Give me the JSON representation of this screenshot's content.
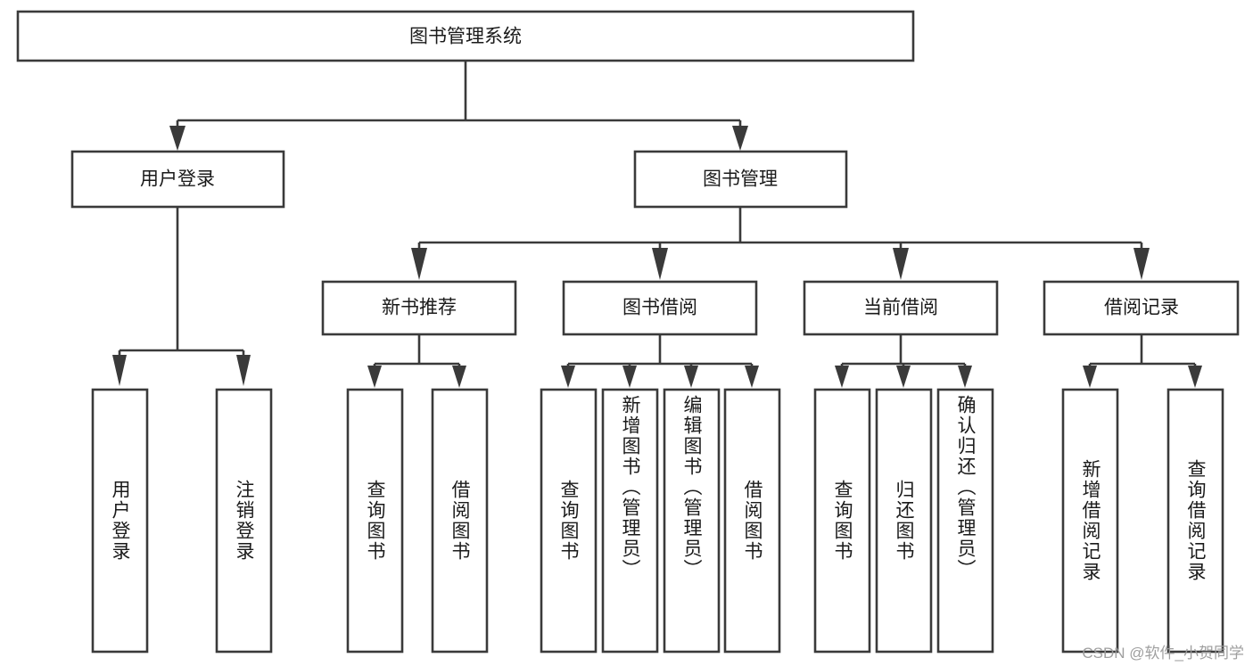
{
  "diagram": {
    "type": "tree-hierarchy-chart",
    "title": "图书管理系统",
    "watermark": "CSDN @软件_小贺同学",
    "colors": {
      "box_stroke": "#3a3a3a",
      "box_fill": "#ffffff",
      "text": "#1a1a1a",
      "background": "#ffffff",
      "watermark": "#9a9a9a"
    },
    "root": {
      "id": "root",
      "label": "图书管理系统"
    },
    "level2": [
      {
        "id": "user-login",
        "label": "用户登录"
      },
      {
        "id": "book-management",
        "label": "图书管理"
      }
    ],
    "level3": [
      {
        "id": "new-book-recommend",
        "label": "新书推荐",
        "parent": "book-management"
      },
      {
        "id": "book-borrow",
        "label": "图书借阅",
        "parent": "book-management"
      },
      {
        "id": "current-borrow",
        "label": "当前借阅",
        "parent": "book-management"
      },
      {
        "id": "borrow-record",
        "label": "借阅记录",
        "parent": "book-management"
      }
    ],
    "leaves": [
      {
        "id": "leaf-user-login",
        "label": "用户登录",
        "parent": "user-login"
      },
      {
        "id": "leaf-logout-login",
        "label": "注销登录",
        "parent": "user-login"
      },
      {
        "id": "leaf-query-book-1",
        "label": "查询图书",
        "parent": "new-book-recommend"
      },
      {
        "id": "leaf-borrow-book-1",
        "label": "借阅图书",
        "parent": "new-book-recommend"
      },
      {
        "id": "leaf-query-book-2",
        "label": "查询图书",
        "parent": "book-borrow"
      },
      {
        "id": "leaf-add-book",
        "label": "新增图书（管理员）",
        "parent": "book-borrow"
      },
      {
        "id": "leaf-edit-book",
        "label": "编辑图书（管理员）",
        "parent": "book-borrow"
      },
      {
        "id": "leaf-borrow-book-2",
        "label": "借阅图书",
        "parent": "book-borrow"
      },
      {
        "id": "leaf-query-book-3",
        "label": "查询图书",
        "parent": "current-borrow"
      },
      {
        "id": "leaf-return-book",
        "label": "归还图书",
        "parent": "current-borrow"
      },
      {
        "id": "leaf-confirm-return",
        "label": "确认归还（管理员）",
        "parent": "current-borrow"
      },
      {
        "id": "leaf-add-borrow-record",
        "label": "新增借阅记录",
        "parent": "borrow-record"
      },
      {
        "id": "leaf-query-borrow-record",
        "label": "查询借阅记录",
        "parent": "borrow-record"
      }
    ]
  }
}
